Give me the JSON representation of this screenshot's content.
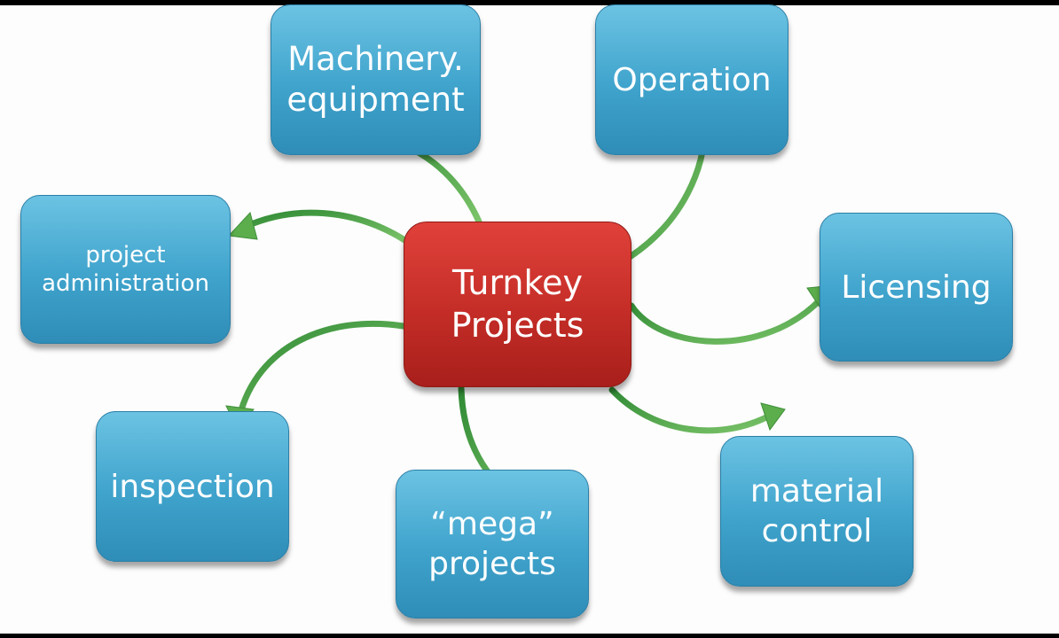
{
  "diagram": {
    "center": {
      "label": "Turnkey\nProjects",
      "color": "#c62f29"
    },
    "nodes": [
      {
        "id": "machinery",
        "label": "Machinery.\nequipment"
      },
      {
        "id": "operation",
        "label": "Operation"
      },
      {
        "id": "project-administration",
        "label": "project\nadministration"
      },
      {
        "id": "licensing",
        "label": "Licensing"
      },
      {
        "id": "inspection",
        "label": "inspection"
      },
      {
        "id": "mega-projects",
        "label": "“mega”\nprojects"
      },
      {
        "id": "material-control",
        "label": "material\ncontrol"
      }
    ],
    "colors": {
      "node": "#3fa3cc",
      "arrow": "#5cae4c"
    }
  }
}
